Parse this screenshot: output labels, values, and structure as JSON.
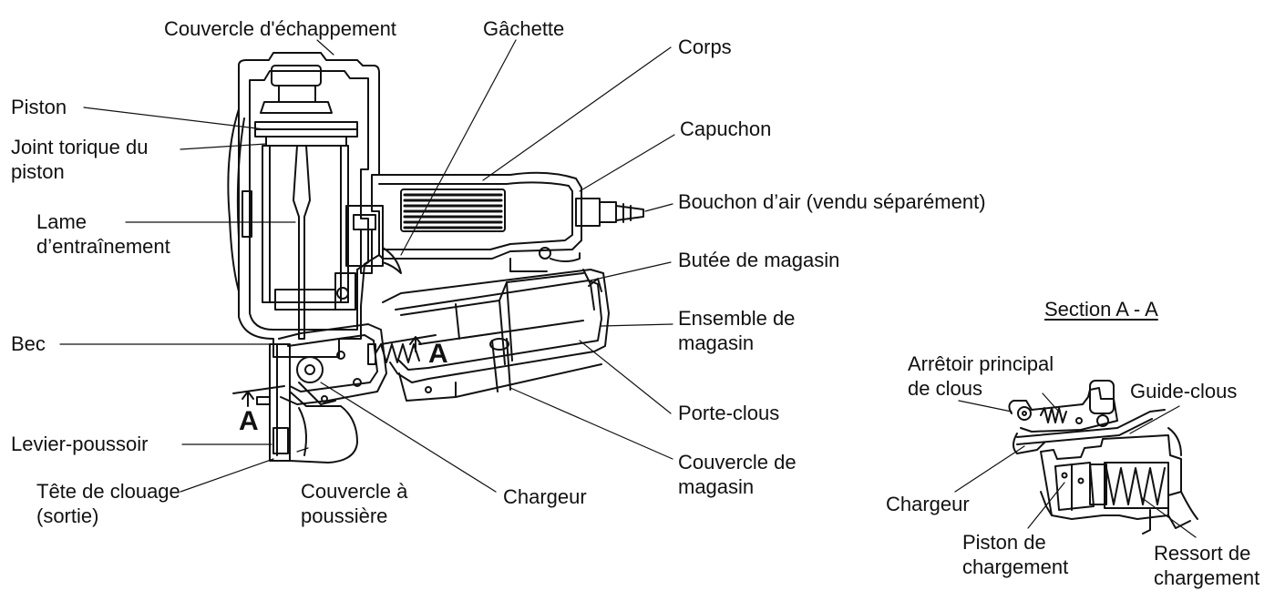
{
  "labels": {
    "exhaust_cover": "Couvercle d'échappement",
    "trigger": "Gâchette",
    "body": "Corps",
    "cap": "Capuchon",
    "air_plug": "Bouchon d’air (vendu séparément)",
    "magazine_stop": "Butée de magasin",
    "magazine_assembly": "Ensemble de\nmagasin",
    "nail_holder": "Porte-clous",
    "magazine_cover": "Couvercle de\nmagasin",
    "piston": "Piston",
    "piston_oring": "Joint torique du\npiston",
    "driver_blade": "Lame\nd’entraînement",
    "nose": "Bec",
    "push_lever": "Levier-poussoir",
    "nailing_head": "Tête de clouage\n(sortie)",
    "dust_cover": "Couvercle à\npoussière",
    "feeder": "Chargeur",
    "section_title": "Section A - A",
    "main_nail_stopper": "Arrêtoir principal\nde clous",
    "nail_guide": "Guide-clous",
    "feeder_section": "Chargeur",
    "feed_piston": "Piston de\nchargement",
    "feed_spring": "Ressort de\nchargement",
    "section_mark_main": "A",
    "section_mark_side": "A"
  },
  "colors": {
    "line": "#111111",
    "background": "#ffffff"
  }
}
